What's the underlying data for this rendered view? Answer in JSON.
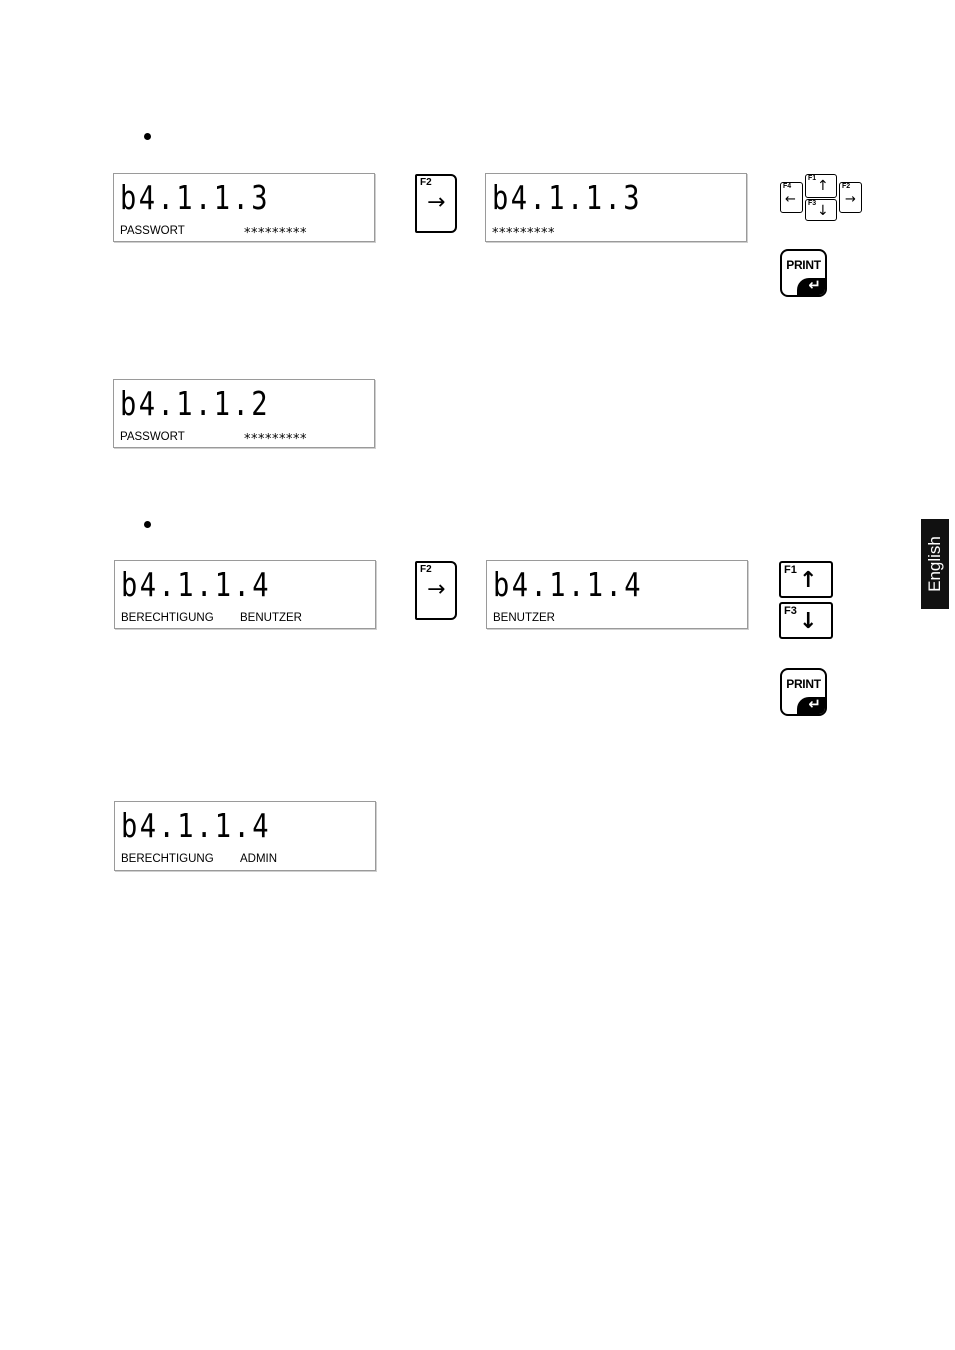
{
  "side_tab": {
    "label": "English"
  },
  "section1": {
    "display_left": {
      "code": "b4.1.1.3",
      "label": "PASSWORT",
      "value": "*********"
    },
    "key_step": {
      "key": "F2",
      "arrow": "→"
    },
    "display_right": {
      "code": "b4.1.1.3",
      "value": "*********"
    },
    "nav_keys": {
      "up": {
        "key": "F1",
        "arrow": "↑"
      },
      "left": {
        "key": "F4",
        "arrow": "←"
      },
      "right": {
        "key": "F2",
        "arrow": "→"
      },
      "down": {
        "key": "F3",
        "arrow": "↓"
      }
    },
    "print_key": {
      "label": "PRINT",
      "enter": "↵"
    },
    "display_result": {
      "code": "b4.1.1.2",
      "label": "PASSWORT",
      "value": "*********"
    }
  },
  "section2": {
    "display_left": {
      "code": "b4.1.1.4",
      "label": "BERECHTIGUNG",
      "value": "BENUTZER"
    },
    "key_step": {
      "key": "F2",
      "arrow": "→"
    },
    "display_right": {
      "code": "b4.1.1.4",
      "value": "BENUTZER"
    },
    "nav_keys": {
      "up": {
        "key": "F1",
        "arrow": "↑"
      },
      "down": {
        "key": "F3",
        "arrow": "↓"
      }
    },
    "print_key": {
      "label": "PRINT",
      "enter": "↵"
    },
    "display_result": {
      "code": "b4.1.1.4",
      "label": "BERECHTIGUNG",
      "value": "ADMIN"
    }
  }
}
